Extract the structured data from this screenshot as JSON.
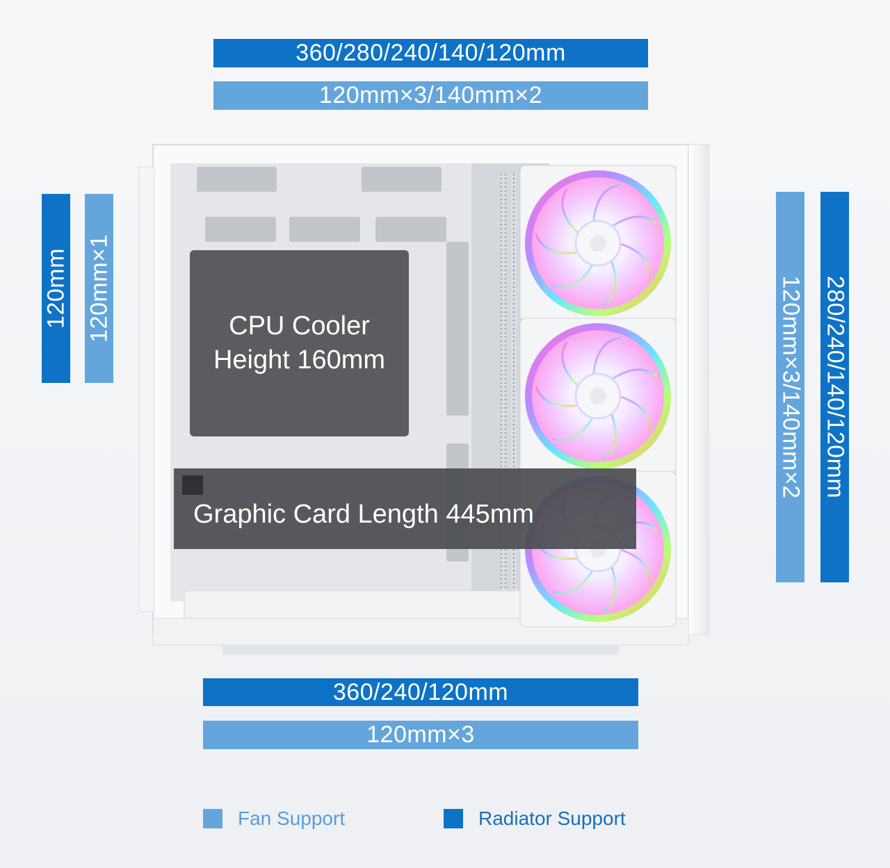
{
  "top": {
    "radiator_label": "360/280/240/140/120mm",
    "fan_label": "120mm×3/140mm×2"
  },
  "rear": {
    "radiator_label": "120mm",
    "fan_label": "120mm×1"
  },
  "front": {
    "fan_label": "120mm×3/140mm×2",
    "radiator_label": "280/240/140/120mm"
  },
  "bottom": {
    "radiator_label": "360/240/120mm",
    "fan_label": "120mm×3"
  },
  "case": {
    "cpu_cooler_label": [
      "CPU Cooler",
      "Height 160mm"
    ],
    "gpu_label": "Graphic Card Length 445mm",
    "fan_count": 3
  },
  "legend": {
    "fan": {
      "label": "Fan Support",
      "color": "#64a6dc"
    },
    "radiator": {
      "label": "Radiator Support",
      "color": "#0e73c6"
    }
  },
  "colors": {
    "radiator_bar": "#0e73c6",
    "fan_bar": "#64a6dc",
    "legend_text_fan": "#5b9bd6",
    "legend_text_radiator": "#1b6fb6"
  }
}
